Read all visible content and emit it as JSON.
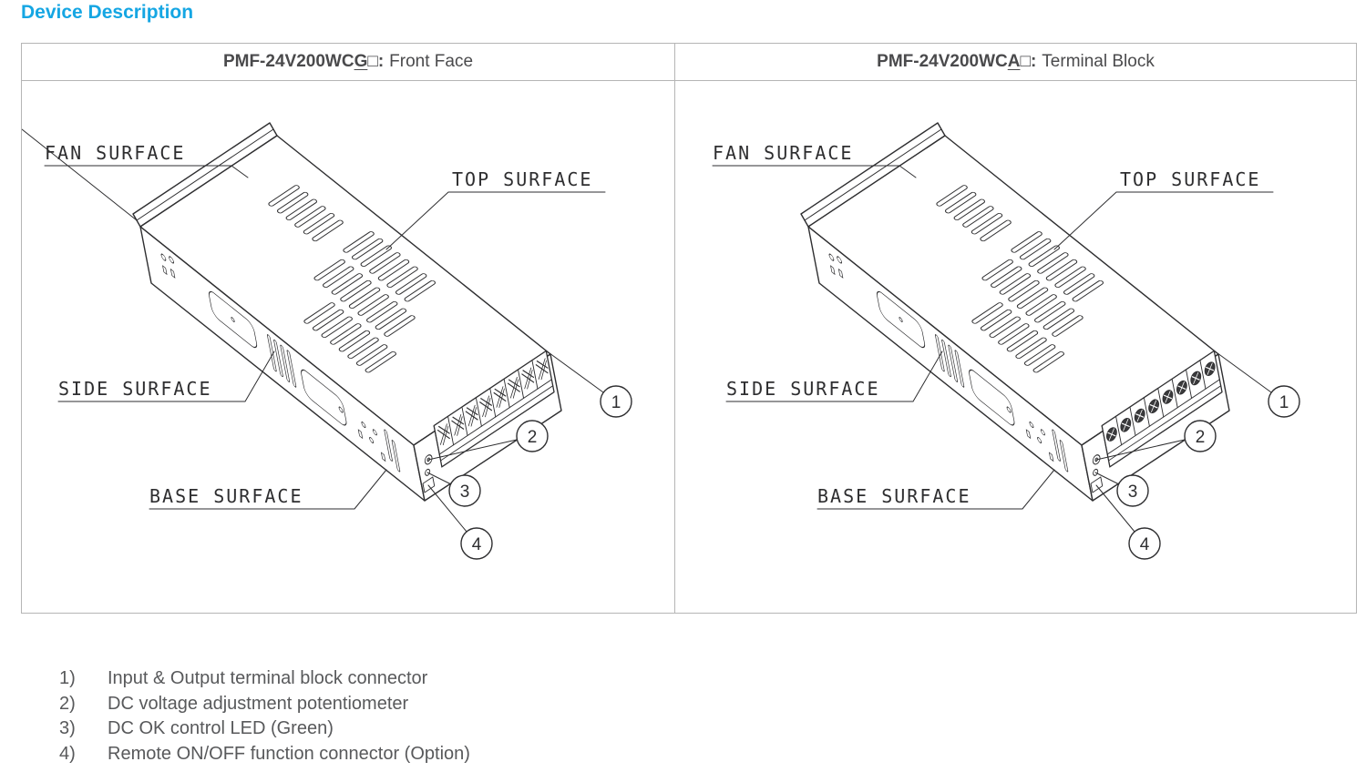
{
  "page": {
    "title": "Device Description"
  },
  "colors": {
    "accent_title": "#15A6E3",
    "body_text": "#58595B",
    "drawing_line": "#2E2E30",
    "table_border": "#B5B5B5"
  },
  "table": {
    "left_header": {
      "model_prefix": "PMF-24V200WC",
      "variant_letter": "G",
      "placeholder_box": "□",
      "colon": ":",
      "caption": "Front Face"
    },
    "right_header": {
      "model_prefix": "PMF-24V200WC",
      "variant_letter": "A",
      "placeholder_box": "□",
      "colon": ":",
      "caption": "Terminal Block"
    }
  },
  "diagram": {
    "labels": {
      "fan": "FAN SURFACE",
      "top": "TOP SURFACE",
      "side": "SIDE SURFACE",
      "base": "BASE SURFACE"
    },
    "callouts": [
      "1",
      "2",
      "3",
      "4"
    ]
  },
  "legend": {
    "items": [
      {
        "num": "1)",
        "text": "Input & Output terminal block connector"
      },
      {
        "num": "2)",
        "text": "DC voltage adjustment potentiometer"
      },
      {
        "num": "3)",
        "text": "DC OK control LED (Green)"
      },
      {
        "num": "4)",
        "text": "Remote ON/OFF function connector (Option)"
      }
    ]
  }
}
